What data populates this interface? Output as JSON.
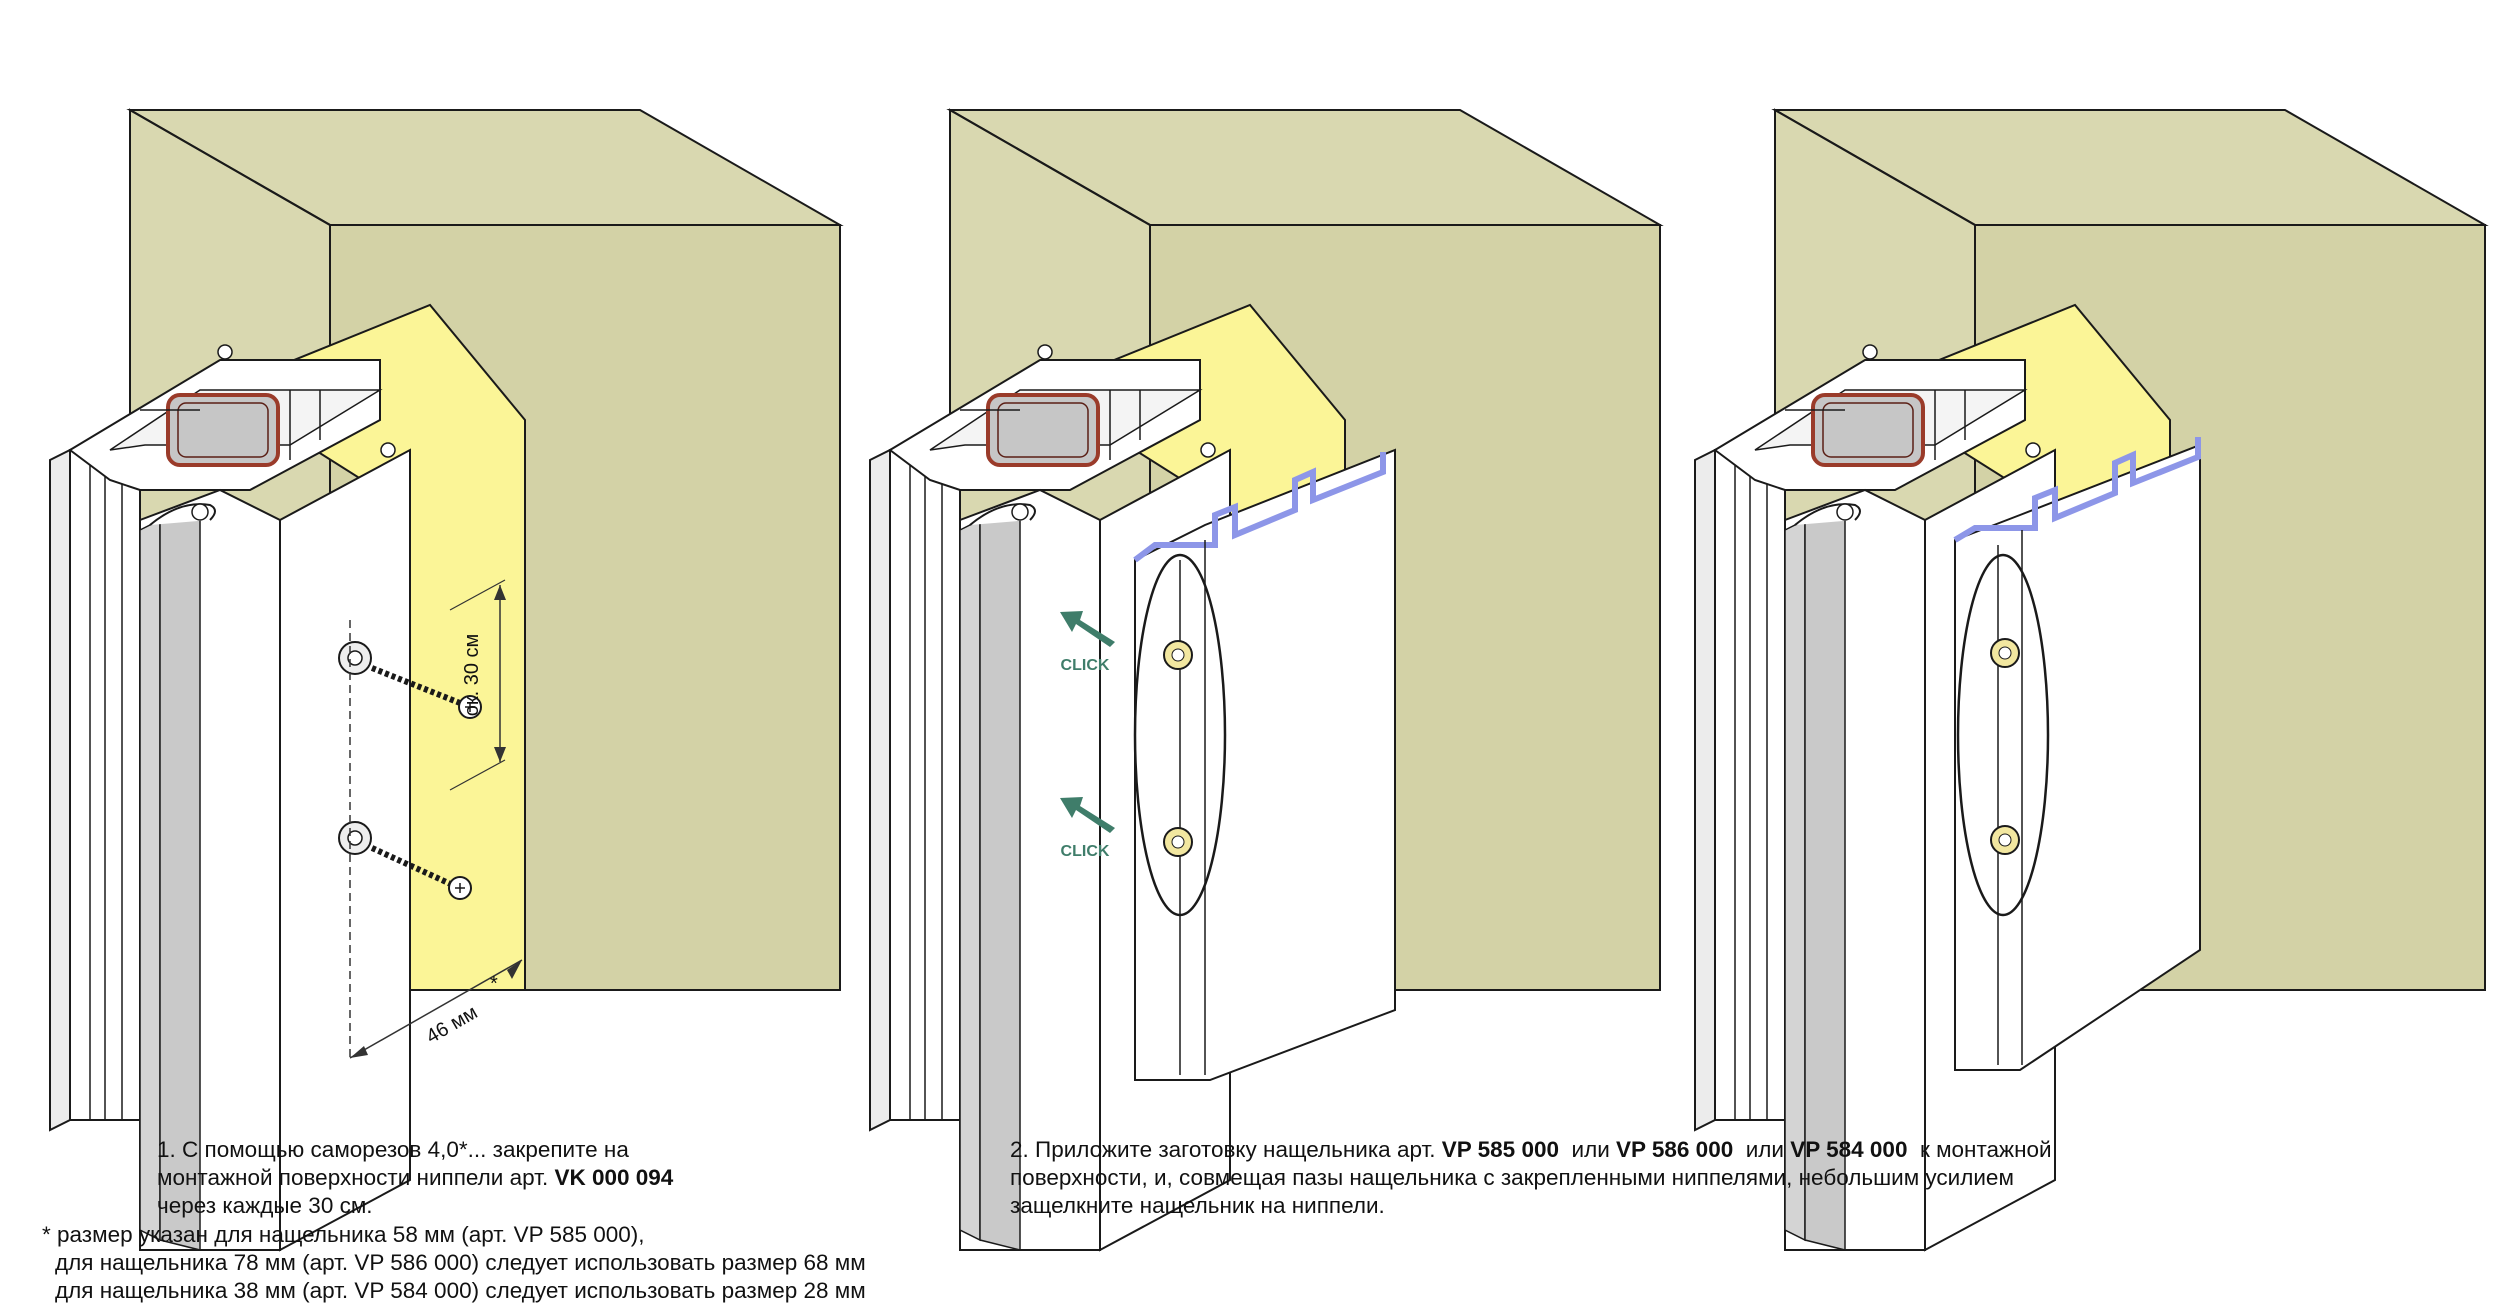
{
  "colors": {
    "wall_front": "#d9d8b0",
    "wall_top": "#d9d8b0",
    "wall_side": "#d3d2a6",
    "mounting_surface": "#fbf597",
    "profile_white": "#ffffff",
    "profile_gray": "#c9c9c9",
    "steel_core": "#c6c6c6",
    "steel_core_edge": "#9a3b2a",
    "cover_strip_edge": "#8d96e8",
    "arrow": "#3f7d6a",
    "outline": "#1a1a1a"
  },
  "labels": {
    "dim_vertical": "ок. 30 см",
    "dim_horizontal": "46 мм",
    "dim_horizontal_mark": "*",
    "click_1": "CLICK",
    "click_2": "CLICK"
  },
  "caption1": {
    "line1": "1. С помощью саморезов 4,0*... закрепите на",
    "line2_pre": "монтажной поверхности ниппели арт. ",
    "line2_bold": "VK 000 094",
    "line3": "через каждые 30 см."
  },
  "footnote": {
    "line1": "* размер указан для нащельника 58 мм (арт. VP 585 000),",
    "line2": "для нащельника 78 мм (арт. VP 586 000) следует использовать размер 68 мм",
    "line3": "для нащельника 38 мм (арт. VP 584 000) следует использовать размер 28 мм"
  },
  "caption2": {
    "t1": "2. Приложите заготовку нащельника арт. ",
    "b1": "VP 585 000",
    "t2": "  или ",
    "b2": "VP 586 000",
    "t3": "  или ",
    "b3": "VP 584 000",
    "t4": "  к монтажной",
    "line2": "поверхности, и, совмещая пазы нащельника с закрепленными ниппелями, небольшим усилием",
    "line3": "защелкните нащельник на ниппели."
  }
}
